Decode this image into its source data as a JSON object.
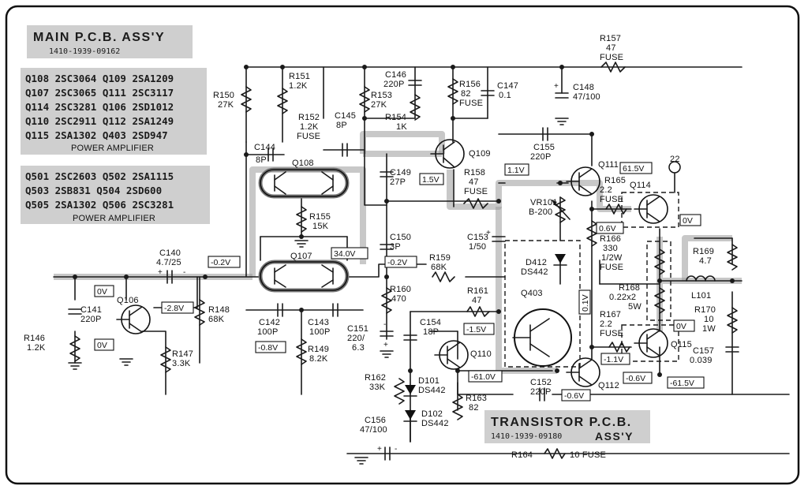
{
  "boards": {
    "main": {
      "title": "MAIN P.C.B. ASS'Y",
      "number": "1410-1939-09162"
    },
    "transistor": {
      "title": "TRANSISTOR P.C.B.",
      "number": "1410-1939-09180",
      "suffix": "ASS'Y"
    }
  },
  "parts_list_1": {
    "rows": [
      "Q108 2SC3064  Q109 2SA1209",
      "Q107 2SC3065  Q111 2SC3117",
      "Q114 2SC3281  Q106 2SD1012",
      "Q110 2SC2911  Q112 2SA1249",
      "Q115 2SA1302  Q403 2SD947"
    ],
    "caption": "POWER AMPLIFIER"
  },
  "parts_list_2": {
    "rows": [
      "Q501 2SC2603  Q502 2SA1115",
      "Q503 2SB831   Q504 2SD600",
      "Q505 2SA1302  Q506 2SC3281"
    ],
    "caption": "POWER AMPLIFIER"
  },
  "components": {
    "R157": "R157",
    "R157v": "47",
    "R157f": "FUSE",
    "C148": "C148",
    "C148v": "47/100",
    "R150": "R150",
    "R150v": "27K",
    "R151": "R151",
    "R151v": "1.2K",
    "R152": "R152",
    "R152v": "1.2K",
    "R152f": "FUSE",
    "C145": "C145",
    "C145v": "8P",
    "C146": "C146",
    "C146v": "220P",
    "R153": "R153",
    "R153v": "27K",
    "R154": "R154",
    "R154v": "1K",
    "R156": "R156",
    "R156v": "82",
    "R156f": "FUSE",
    "C147": "C147",
    "C147v": "0.1",
    "C144": "C144",
    "C144v": "8P",
    "Q108": "Q108",
    "Q109": "Q109",
    "C155": "C155",
    "C155v": "220P",
    "Q111": "Q111",
    "node22": "22",
    "C149": "C149",
    "C149v": "27P",
    "R158": "R158",
    "R158v": "47",
    "R158f": "FUSE",
    "R165": "R165",
    "R165v": "2.2",
    "R165f": "FUSE",
    "Q114": "Q114",
    "VR101": "VR101",
    "VR101v": "B-200",
    "R155": "R155",
    "R155v": "15K",
    "C150": "C150",
    "C150v": "3P",
    "R166": "R166",
    "R166v": "330",
    "R166w": "1/2W",
    "R166f": "FUSE",
    "C140": "C140",
    "C140v": "4.7/25",
    "C153": "C153",
    "C153v": "1/50",
    "Q107": "Q107",
    "D412": "D412",
    "D412v": "DS442",
    "R169": "R169",
    "R169v": "4.7",
    "R159": "R159",
    "R159v": "68K",
    "R168": "R168",
    "R168v": "0.22x2",
    "R168w": "5W",
    "L101": "L101",
    "C141": "C141",
    "C141v": "220P",
    "Q106": "Q106",
    "R148": "R148",
    "R148v": "68K",
    "R160": "R160",
    "R160v": "470",
    "R161": "R161",
    "R161v": "47",
    "Q403": "Q403",
    "R170": "R170",
    "R170v": "10",
    "R170w": "1W",
    "R146": "R146",
    "R146v": "1.2K",
    "C142": "C142",
    "C142v": "100P",
    "C143": "C143",
    "C143v": "100P",
    "C154": "C154",
    "C154v": "18P",
    "R167": "R167",
    "R167v": "2.2",
    "R167f": "FUSE",
    "Q115": "Q115",
    "C157": "C157",
    "C157v": "0.039",
    "R149": "R149",
    "R149v": "8.2K",
    "C151": "C151",
    "C151v": "220/",
    "C151v2": "6.3",
    "Q110": "Q110",
    "R147": "R147",
    "R147v": "3.3K",
    "R162": "R162",
    "R162v": "33K",
    "D101": "D101",
    "D101v": "DS442",
    "C152": "C152",
    "C152v": "220P",
    "Q112": "Q112",
    "R163": "R163",
    "R163v": "82",
    "D102": "D102",
    "D102v": "DS442",
    "C156": "C156",
    "C156v": "47/100",
    "R164": "R164",
    "R164v": "10 FUSE"
  },
  "voltages": {
    "v_m02a": "-0.2V",
    "v_340": "34.0V",
    "v_m02b": "-0.2V",
    "v_0a": "0V",
    "v_m28": "-2.8V",
    "v_0b": "0V",
    "v_m08": "-0.8V",
    "v_15": "1.5V",
    "v_11": "1.1V",
    "v_615": "61.5V",
    "v_0c": "0V",
    "v_06": "0.6V",
    "v_01": "0.1V",
    "v_m15": "-1.5V",
    "v_m11": "-1.1V",
    "v_0d": "0V",
    "v_m06": "-0.6V",
    "v_m615": "-61.5V",
    "v_m610": "-61.0V",
    "v_m06b": "-0.6V"
  }
}
